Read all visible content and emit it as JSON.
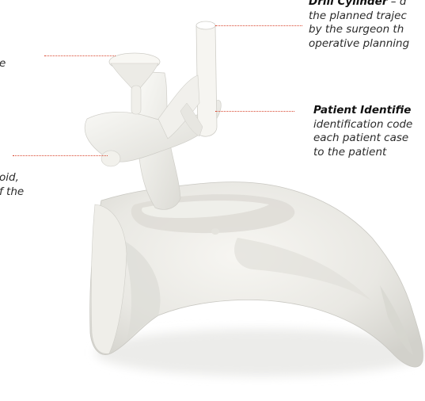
{
  "annotations": {
    "drill_cylinder": {
      "heading": "Drill Cylinder",
      "heading_suffix": " – d",
      "lines": [
        "the planned trajec",
        "by the surgeon th",
        "operative planning"
      ]
    },
    "patient_identifier": {
      "heading": "Patient Identifie",
      "lines": [
        "identification code",
        "each patient case",
        "to the patient"
      ]
    },
    "left_upper": {
      "lines": [
        "e"
      ]
    },
    "left_lower": {
      "lines": [
        "oid,",
        "f the"
      ]
    }
  },
  "colors": {
    "leader_line": "#d9462e",
    "text": "#2a2a2a",
    "model": "#eceae4"
  }
}
